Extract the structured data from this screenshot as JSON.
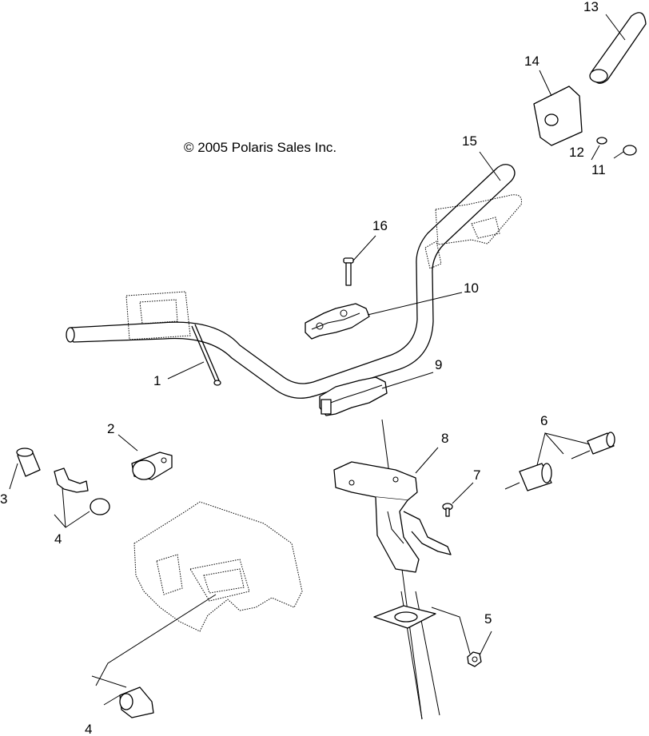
{
  "diagram": {
    "copyright": "© 2005 Polaris Sales Inc.",
    "callouts": {
      "c1": "1",
      "c2": "2",
      "c3": "3",
      "c4a": "4",
      "c4b": "4",
      "c5": "5",
      "c6": "6",
      "c7": "7",
      "c8": "8",
      "c9": "9",
      "c10": "10",
      "c11": "11",
      "c12": "12",
      "c13": "13",
      "c14": "14",
      "c15": "15",
      "c16": "16"
    }
  }
}
